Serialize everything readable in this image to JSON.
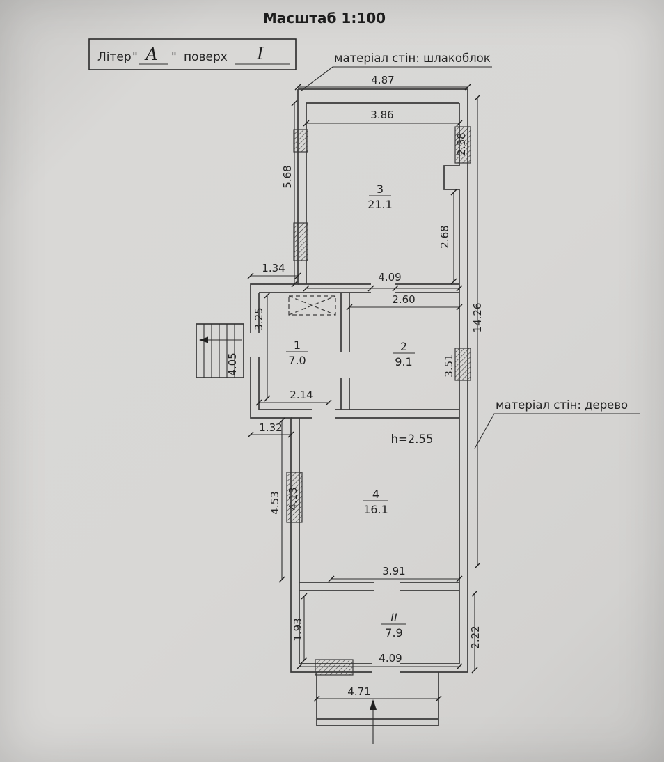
{
  "page": {
    "title": "Масштаб 1:100"
  },
  "legend": {
    "liter_label": "Літер",
    "quote_open": "\"",
    "liter_value": "А",
    "quote_close": "\"",
    "floor_label": "поверх",
    "floor_value": "I"
  },
  "annotations": {
    "material_top": "матеріал стін: шлакоблок",
    "material_right": "матеріал стін: дерево",
    "ceiling_height": "h=2.55"
  },
  "rooms": {
    "r3": {
      "number": "3",
      "area": "21.1"
    },
    "r1": {
      "number": "1",
      "area": "7.0"
    },
    "r2": {
      "number": "2",
      "area": "9.1"
    },
    "r4": {
      "number": "4",
      "area": "16.1"
    },
    "r2b": {
      "number": "II",
      "area": "7.9"
    }
  },
  "dims": {
    "d487": "4.87",
    "d386": "3.86",
    "d238": "2.38",
    "d568": "5.68",
    "d268": "2.68",
    "d134": "1.34",
    "d409a": "4.09",
    "d260": "2.60",
    "d325": "3.25",
    "d1426": "14.26",
    "d405": "4.05",
    "d351": "3.51",
    "d214": "2.14",
    "d132": "1.32",
    "d453": "4.53",
    "d413": "4.13",
    "d391": "3.91",
    "d193": "1.93",
    "d222": "2.22",
    "d409b": "4.09",
    "d471": "4.71"
  },
  "colors": {
    "ink": "#3a3a3a",
    "paper": "#d8d7d5"
  }
}
